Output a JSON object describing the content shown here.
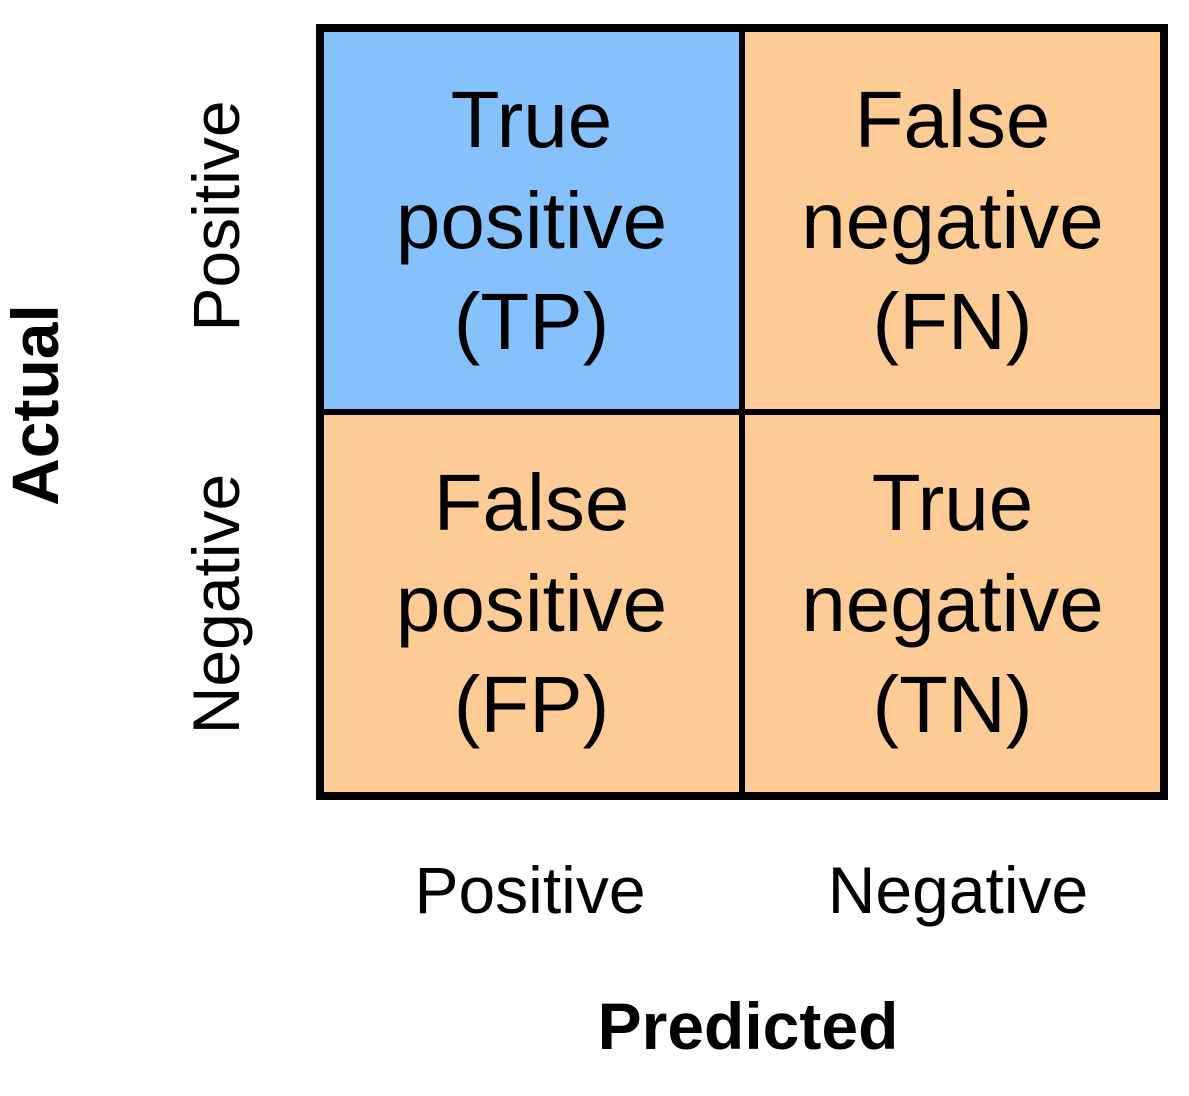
{
  "diagram": {
    "kind": "confusion-matrix",
    "background_color": "#ffffff",
    "border_color": "#000000"
  },
  "chart_data": {
    "type": "table",
    "title": "",
    "xlabel": "Predicted",
    "ylabel": "Actual",
    "categories_x": [
      "Positive",
      "Negative"
    ],
    "categories_y": [
      "Positive",
      "Negative"
    ],
    "cells": [
      {
        "row": "Positive",
        "col": "Positive",
        "line1": "True",
        "line2": "positive",
        "line3": "(TP)",
        "abbr": "TP",
        "color": "#84c1fd"
      },
      {
        "row": "Positive",
        "col": "Negative",
        "line1": "False",
        "line2": "negative",
        "line3": "(FN)",
        "abbr": "FN",
        "color": "#fccb96"
      },
      {
        "row": "Negative",
        "col": "Positive",
        "line1": "False",
        "line2": "positive",
        "line3": "(FP)",
        "abbr": "FP",
        "color": "#fccb96"
      },
      {
        "row": "Negative",
        "col": "Negative",
        "line1": "True",
        "line2": "negative",
        "line3": "(TN)",
        "abbr": "TN",
        "color": "#fccb96"
      }
    ]
  },
  "axes": {
    "y_title": "Actual",
    "x_title": "Predicted",
    "y_ticks": [
      "Positive",
      "Negative"
    ],
    "x_ticks": [
      "Positive",
      "Negative"
    ]
  },
  "colors": {
    "highlight": "#84c1fd",
    "default": "#fccb96",
    "line": "#000000",
    "text": "#000000"
  }
}
